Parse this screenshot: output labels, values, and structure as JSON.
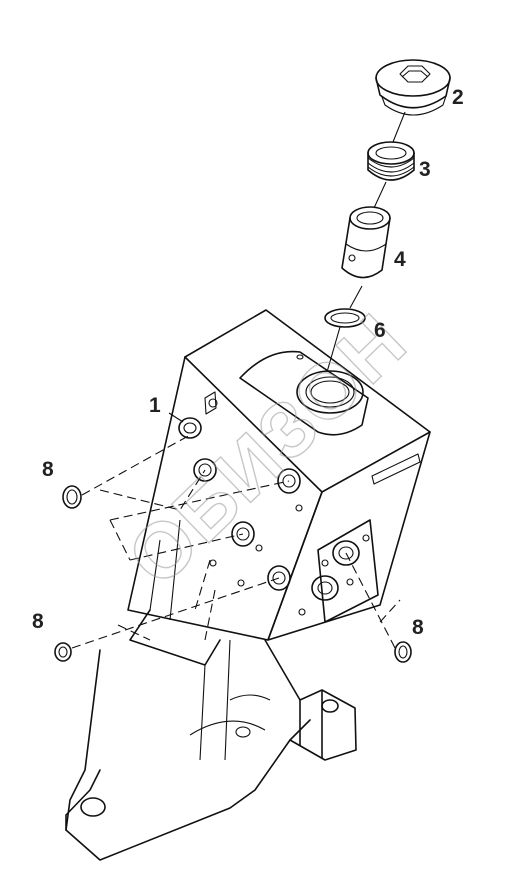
{
  "callouts": {
    "part1": "1",
    "part2": "2",
    "part3": "3",
    "part4": "4",
    "part6": "6",
    "part8_left_top": "8",
    "part8_left_bottom": "8",
    "part8_right": "8"
  },
  "watermark": "ОБИЗОН",
  "colors": {
    "line": "#111111",
    "callout": "#222222",
    "watermark": "#9a9a9a",
    "background": "#ffffff"
  }
}
